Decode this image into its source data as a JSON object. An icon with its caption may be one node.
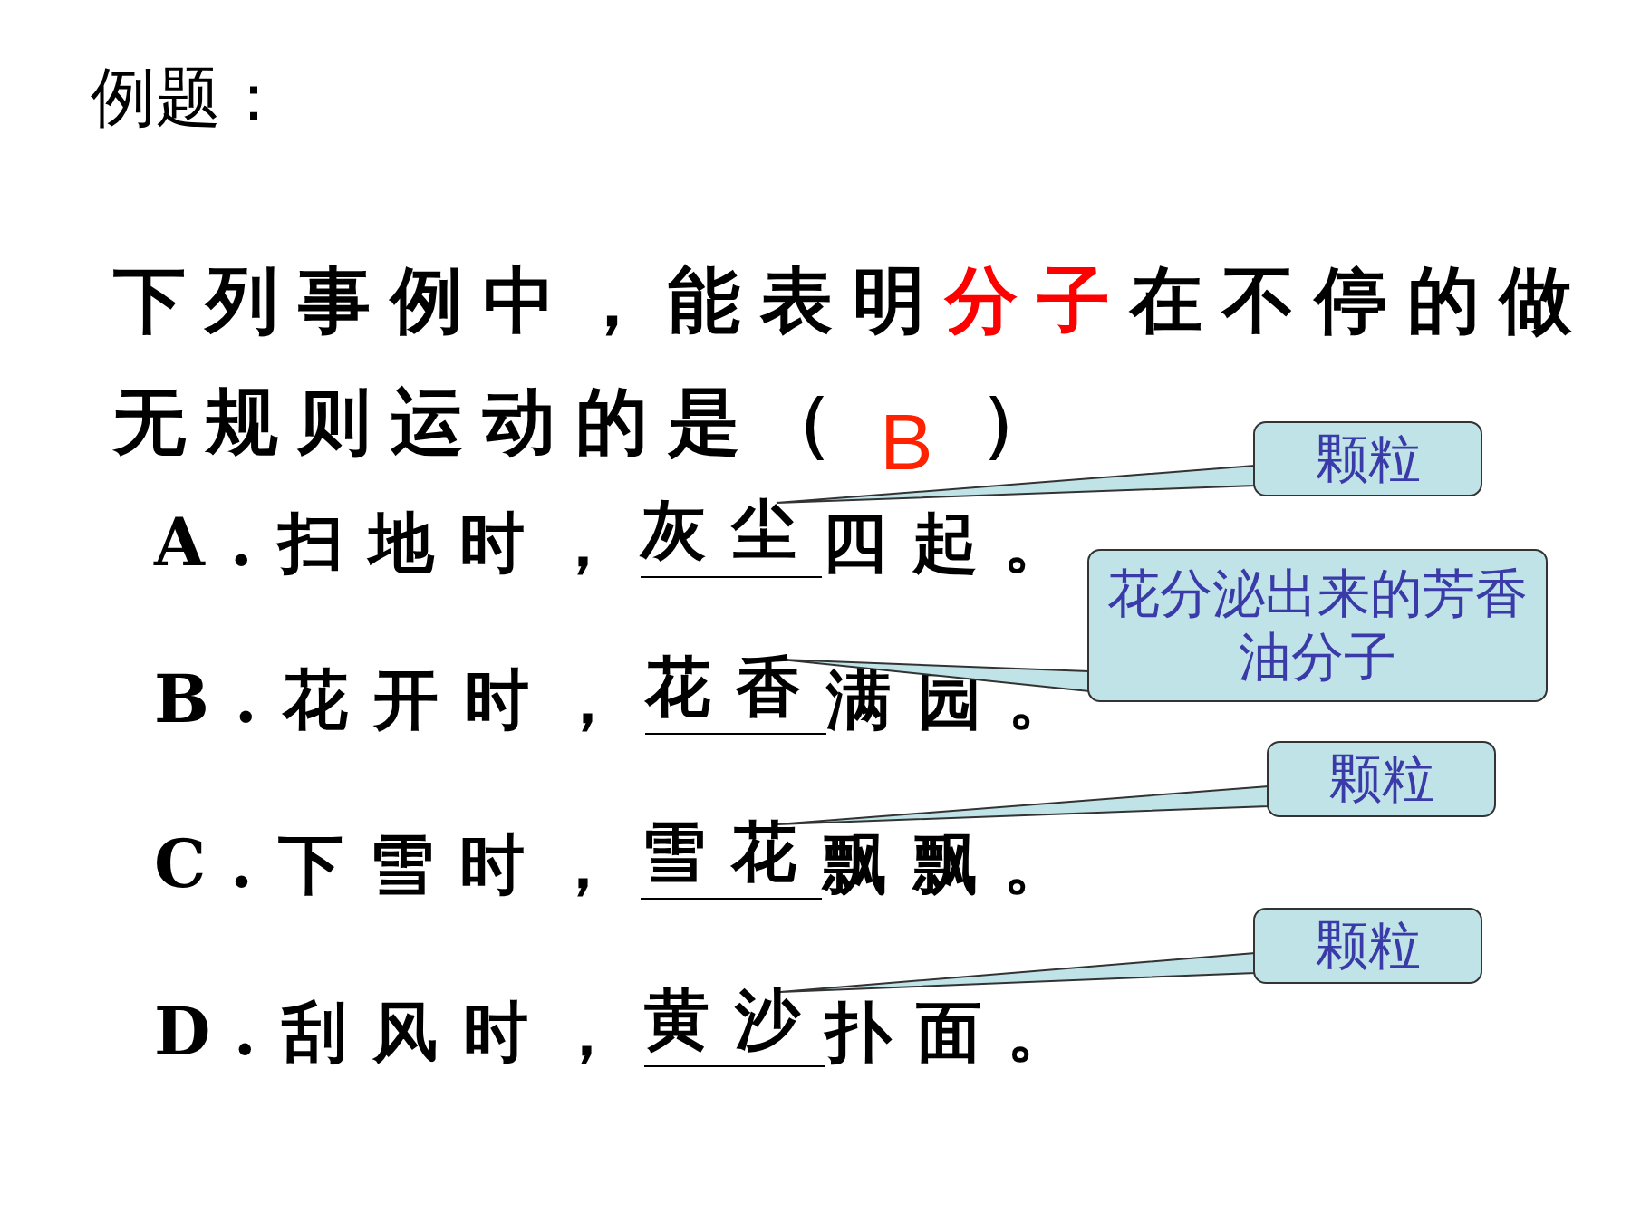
{
  "diagram": {
    "title": "例题：",
    "nodes": [
      {
        "text": [
          "颗粒"
        ]
      },
      {
        "text": [
          "灰尘"
        ]
      },
      {
        "text": [
          "花分泌出来的芳香油分子"
        ]
      },
      {
        "text": [
          "花香"
        ]
      },
      {
        "text": [
          "颗粒"
        ]
      },
      {
        "text": [
          "雪花"
        ]
      },
      {
        "text": [
          "颗粒"
        ]
      },
      {
        "text": [
          "黄沙"
        ]
      }
    ],
    "edges": [
      {
        "from": 0,
        "to": 1,
        "arrow": "none"
      },
      {
        "from": 2,
        "to": 3,
        "arrow": "none"
      },
      {
        "from": 4,
        "to": 5,
        "arrow": "none"
      },
      {
        "from": 6,
        "to": 7,
        "arrow": "none"
      }
    ],
    "labels": [
      "下列事例中，能表明",
      "分子",
      "在不停的做无规则运动的是（",
      "B",
      "）",
      "A.扫地时，",
      "四起。",
      "B.花开时，",
      "满园。",
      "C.下雪时，",
      "飘飘。",
      "D.刮风时，",
      "扑面。"
    ]
  }
}
